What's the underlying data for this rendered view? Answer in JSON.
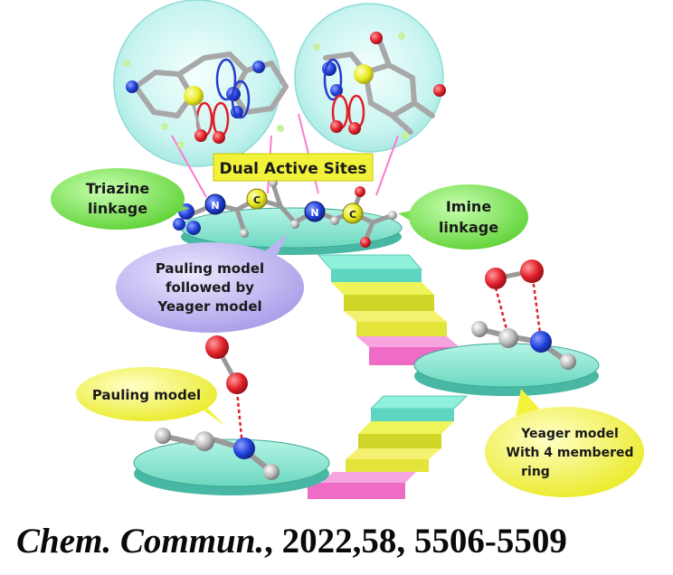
{
  "labels": {
    "dual_active_sites": "Dual Active Sites",
    "triazine": [
      "Triazine",
      "linkage"
    ],
    "imine": [
      "Imine",
      "linkage"
    ],
    "pauling_yeager": [
      "Pauling model",
      "followed by",
      "Yeager model"
    ],
    "pauling": "Pauling model",
    "yeager4": [
      "Yeager model",
      "With 4 membered",
      "ring"
    ]
  },
  "atom_labels": {
    "n1": "N",
    "c1": "C",
    "n2": "N",
    "c2": "C"
  },
  "citation": {
    "journal": "Chem. Commun.",
    "details": ", 2022,58, 5506-5509"
  },
  "colors": {
    "bubble": "#bff2ee",
    "green_callout": "#74e04a",
    "yellow_callout": "#f2f23a",
    "purple_callout": "#bdb4f0",
    "platform": "#7fe0cc",
    "step_cyan": "#8ff0dc",
    "step_yellow": "#e8f04a",
    "step_pink": "#f06ec8",
    "oxygen": "#e0202a",
    "nitrogen": "#2040d8",
    "sulfur": "#e8e820",
    "carbon": "#b8b8b8"
  }
}
